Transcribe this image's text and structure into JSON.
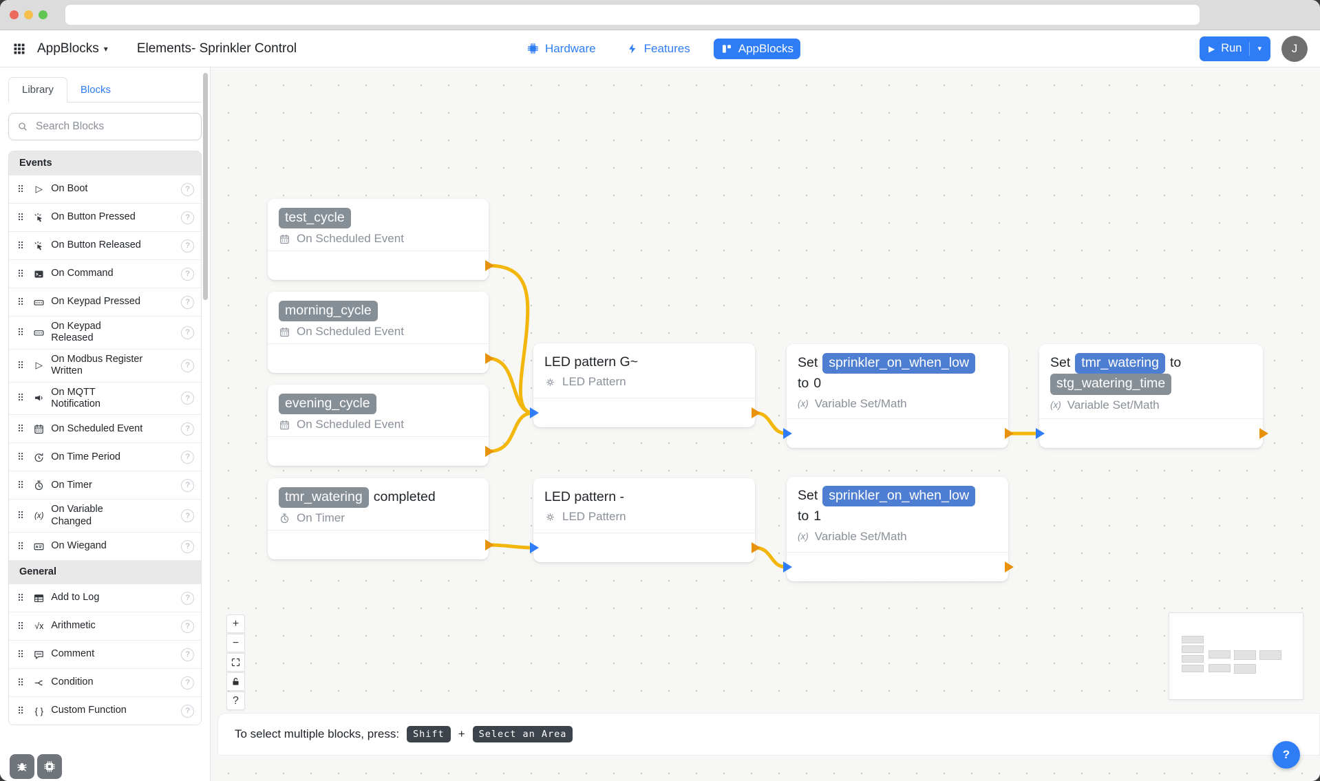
{
  "glyphs": {
    "caret": "▾",
    "play": "▶",
    "play_outline": "▷",
    "handle": "⠿",
    "question": "?",
    "var_paren": "(x)",
    "sqrt_x": "√x",
    "braces": "{ }"
  },
  "header": {
    "app_name": "AppBlocks",
    "project_title": "Elements- Sprinkler Control",
    "tabs": [
      {
        "label": "Hardware",
        "active": false
      },
      {
        "label": "Features",
        "active": false
      },
      {
        "label": "AppBlocks",
        "active": true
      }
    ],
    "run_label": "Run",
    "avatar_initial": "J"
  },
  "sidebar": {
    "tabs": [
      {
        "label": "Library",
        "active": true
      },
      {
        "label": "Blocks",
        "active": false
      }
    ],
    "search_placeholder": "Search Blocks",
    "sections": [
      {
        "title": "Events",
        "items": [
          {
            "label": "On Boot"
          },
          {
            "label": "On Button Pressed"
          },
          {
            "label": "On Button Released"
          },
          {
            "label": "On Command"
          },
          {
            "label": "On Keypad Pressed"
          },
          {
            "label": "On Keypad Released"
          },
          {
            "label": "On Modbus Register Written"
          },
          {
            "label": "On MQTT Notification"
          },
          {
            "label": "On Scheduled Event"
          },
          {
            "label": "On Time Period"
          },
          {
            "label": "On Timer"
          },
          {
            "label": "On Variable Changed"
          },
          {
            "label": "On Wiegand"
          }
        ]
      },
      {
        "title": "General",
        "items": [
          {
            "label": "Add to Log"
          },
          {
            "label": "Arithmetic"
          },
          {
            "label": "Comment"
          },
          {
            "label": "Condition"
          },
          {
            "label": "Custom Function"
          }
        ]
      }
    ]
  },
  "canvas": {
    "nodes": {
      "test_cycle": {
        "pill": "test_cycle",
        "subtitle": "On Scheduled Event"
      },
      "morning_cycle": {
        "pill": "morning_cycle",
        "subtitle": "On Scheduled Event"
      },
      "evening_cycle": {
        "pill": "evening_cycle",
        "subtitle": "On Scheduled Event"
      },
      "tmr_watering_completed": {
        "pill": "tmr_watering",
        "suffix": "completed",
        "subtitle": "On Timer"
      },
      "led_pattern_g": {
        "title": "LED pattern G~",
        "subtitle": "LED Pattern"
      },
      "led_pattern_dash": {
        "title": "LED pattern -",
        "subtitle": "LED Pattern"
      },
      "set_sprinkler_0": {
        "set": "Set",
        "var": "sprinkler_on_when_low",
        "to": "to",
        "value": "0",
        "subtitle": "Variable Set/Math"
      },
      "set_sprinkler_1": {
        "set": "Set",
        "var": "sprinkler_on_when_low",
        "to": "to",
        "value": "1",
        "subtitle": "Variable Set/Math"
      },
      "set_tmr_watering": {
        "set": "Set",
        "var": "tmr_watering",
        "to": "to",
        "value_pill": "stg_watering_time",
        "subtitle": "Variable Set/Math"
      }
    },
    "controls": {
      "zoom_in": "+",
      "zoom_out": "−",
      "help": "?"
    },
    "hint": {
      "text": "To select multiple blocks, press:",
      "key_shift": "Shift",
      "plus": "+",
      "key_area": "Select an Area"
    },
    "colors": {
      "wire": "#f2b70a",
      "output": "#e8920c",
      "input": "#2e7cf6",
      "accent": "#2e7cf6"
    }
  }
}
